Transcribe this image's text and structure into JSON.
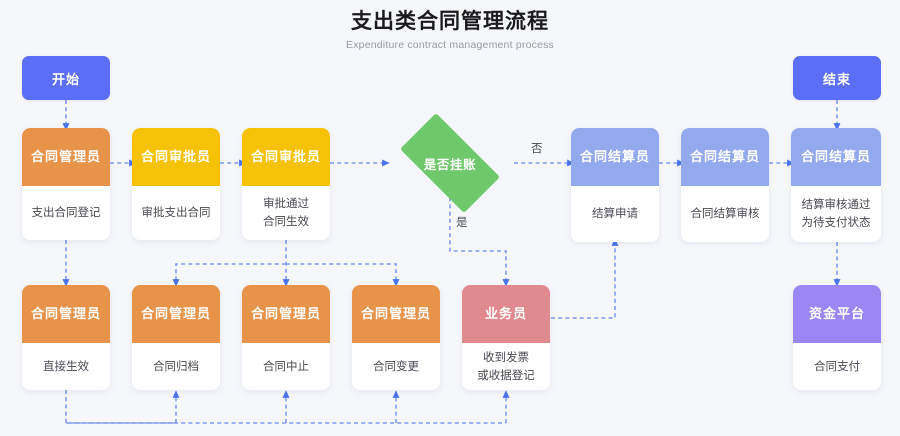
{
  "header": {
    "title": "支出类合同管理流程",
    "subtitle": "Expenditure contract management process"
  },
  "colors": {
    "background": "#f6f7fb",
    "blue_strong": "#5b6ef5",
    "blue_soft": "#92a9ee",
    "orange": "#e8934a",
    "yellow": "#f5c206",
    "green": "#6fc96c",
    "pink": "#e0898f",
    "purple": "#9b86f5",
    "connector": "#5b7cf0",
    "card_body": "#ffffff",
    "text_dark": "#1b1b1f",
    "text_body": "#4a4a55",
    "text_sub": "#9a9aa6"
  },
  "terminals": {
    "start": {
      "label": "开始",
      "color": "#5b6ef5"
    },
    "end": {
      "label": "结束",
      "color": "#5b6ef5"
    }
  },
  "decision": {
    "label": "是否挂账",
    "color": "#6fc96c",
    "branch_no": "否",
    "branch_yes": "是"
  },
  "row_main": [
    {
      "role": "合同\n管理员",
      "role_line1": "合同",
      "role_line2": "管理员",
      "task_line1": "支出合同登记",
      "task_line2": "",
      "color": "#e8934a"
    },
    {
      "role_line1": "合同",
      "role_line2": "审批员",
      "task_line1": "审批支出合同",
      "task_line2": "",
      "color": "#f5c206"
    },
    {
      "role_line1": "合同",
      "role_line2": "审批员",
      "task_line1": "审批通过",
      "task_line2": "合同生效",
      "color": "#f5c206"
    },
    {
      "role_line1": "合同",
      "role_line2": "结算员",
      "task_line1": "结算申请",
      "task_line2": "",
      "color": "#92a9ee"
    },
    {
      "role_line1": "合同",
      "role_line2": "结算员",
      "task_line1": "合同结算审核",
      "task_line2": "",
      "color": "#92a9ee"
    },
    {
      "role_line1": "合同",
      "role_line2": "结算员",
      "task_line1": "结算审核通过",
      "task_line2": "为待支付状态",
      "color": "#92a9ee"
    }
  ],
  "row_bottom": [
    {
      "role_line1": "合同",
      "role_line2": "管理员",
      "task_line1": "直接生效",
      "task_line2": "",
      "color": "#e8934a"
    },
    {
      "role_line1": "合同",
      "role_line2": "管理员",
      "task_line1": "合同归档",
      "task_line2": "",
      "color": "#e8934a"
    },
    {
      "role_line1": "合同",
      "role_line2": "管理员",
      "task_line1": "合同中止",
      "task_line2": "",
      "color": "#e8934a"
    },
    {
      "role_line1": "合同",
      "role_line2": "管理员",
      "task_line1": "合同变更",
      "task_line2": "",
      "color": "#e8934a"
    },
    {
      "role_line1": "业务员",
      "role_line2": "",
      "task_line1": "收到发票",
      "task_line2": "或收据登记",
      "color": "#e0898f"
    },
    {
      "role_line1": "资金平台",
      "role_line2": "",
      "task_line1": "合同支付",
      "task_line2": "",
      "color": "#9b86f5"
    }
  ],
  "chart_data": {
    "type": "diagram",
    "diagram_kind": "flowchart",
    "title": "支出类合同管理流程",
    "nodes": [
      {
        "id": "start",
        "label": "开始",
        "kind": "terminal"
      },
      {
        "id": "n1",
        "label": "合同管理员 / 支出合同登记",
        "kind": "task"
      },
      {
        "id": "n2",
        "label": "合同审批员 / 审批支出合同",
        "kind": "task"
      },
      {
        "id": "n3",
        "label": "合同审批员 / 审批通过 合同生效",
        "kind": "task"
      },
      {
        "id": "d1",
        "label": "是否挂账",
        "kind": "decision"
      },
      {
        "id": "n4",
        "label": "合同结算员 / 结算申请",
        "kind": "task"
      },
      {
        "id": "n5",
        "label": "合同结算员 / 合同结算审核",
        "kind": "task"
      },
      {
        "id": "n6",
        "label": "合同结算员 / 结算审核通过 为待支付状态",
        "kind": "task"
      },
      {
        "id": "end",
        "label": "结束",
        "kind": "terminal"
      },
      {
        "id": "b1",
        "label": "合同管理员 / 直接生效",
        "kind": "task"
      },
      {
        "id": "b2",
        "label": "合同管理员 / 合同归档",
        "kind": "task"
      },
      {
        "id": "b3",
        "label": "合同管理员 / 合同中止",
        "kind": "task"
      },
      {
        "id": "b4",
        "label": "合同管理员 / 合同变更",
        "kind": "task"
      },
      {
        "id": "b5",
        "label": "业务员 / 收到发票 或收据登记",
        "kind": "task"
      },
      {
        "id": "b6",
        "label": "资金平台 / 合同支付",
        "kind": "task"
      }
    ],
    "edges": [
      {
        "from": "start",
        "to": "n1",
        "label": ""
      },
      {
        "from": "n1",
        "to": "n2",
        "label": ""
      },
      {
        "from": "n2",
        "to": "n3",
        "label": ""
      },
      {
        "from": "n3",
        "to": "d1",
        "label": ""
      },
      {
        "from": "d1",
        "to": "n4",
        "label": "否"
      },
      {
        "from": "d1",
        "to": "b5",
        "label": "是"
      },
      {
        "from": "n4",
        "to": "n5",
        "label": ""
      },
      {
        "from": "n5",
        "to": "n6",
        "label": ""
      },
      {
        "from": "end",
        "to": "n6",
        "label": ""
      },
      {
        "from": "n6",
        "to": "b6",
        "label": ""
      },
      {
        "from": "n1",
        "to": "b1",
        "label": ""
      },
      {
        "from": "n3",
        "to": "b2",
        "label": ""
      },
      {
        "from": "n3",
        "to": "b3",
        "label": ""
      },
      {
        "from": "n3",
        "to": "b4",
        "label": ""
      },
      {
        "from": "b5",
        "to": "n4",
        "label": ""
      },
      {
        "from": "b1",
        "to": "b2",
        "label": ""
      },
      {
        "from": "b1",
        "to": "b3",
        "label": ""
      },
      {
        "from": "b1",
        "to": "b4",
        "label": ""
      },
      {
        "from": "b1",
        "to": "b5",
        "label": ""
      }
    ]
  }
}
